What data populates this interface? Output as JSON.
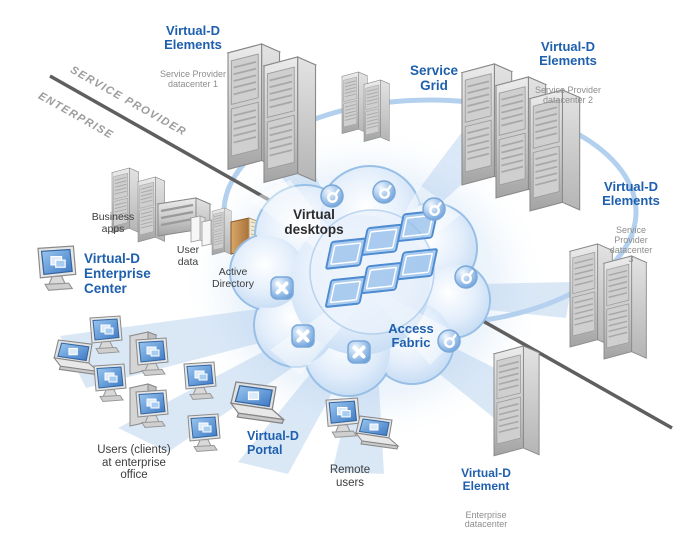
{
  "colors": {
    "accent_blue": "#1e5fae",
    "sub_gray": "#8d8d8d",
    "dark_text": "#3c3c3c",
    "divider_text": "#9c9c9c",
    "divider_line": "#5f5f5f",
    "cloud_fill": "#d8e7f8",
    "cloud_stroke": "#98bfe6",
    "screen_blue": "#3c78c4",
    "ring_blue": "#b3d1ef"
  },
  "divider": {
    "service_provider": "SERVICE PROVIDER",
    "enterprise": "ENTERPRISE"
  },
  "labels": {
    "dc1": {
      "title": "Virtual-D\nElements",
      "subtitle": "Service Provider\ndatacenter 1"
    },
    "service_grid": {
      "title": "Service\nGrid"
    },
    "dc2": {
      "title": "Virtual-D\nElements",
      "subtitle": "Service Provider\ndatacenter 2"
    },
    "dc3": {
      "title": "Virtual-D\nElements",
      "subtitle": "Service\nProvider\ndatacenter\n3"
    },
    "virtual_desktops": {
      "title": "Virtual\ndesktops"
    },
    "access_fabric": {
      "title": "Access\nFabric"
    },
    "business_apps": {
      "title": "Business\napps"
    },
    "user_data": {
      "title": "User\ndata"
    },
    "active_directory": {
      "title": "Active\nDirectory"
    },
    "enterprise_center": {
      "title": "Virtual-D\nEnterprise\nCenter"
    },
    "users_office": {
      "title": "Users (clients)\nat enterprise\noffice"
    },
    "portal": {
      "title": "Virtual-D\nPortal"
    },
    "remote_users": {
      "title": "Remote\nusers"
    },
    "enterprise_element": {
      "title": "Virtual-D\nElement",
      "subtitle": "Enterprise\ndatacenter"
    }
  },
  "icons": {
    "service_badge": "blue circle with white d-swoosh",
    "fabric_node": "blue rounded square with white x",
    "virtual_desktops_icon": "cascading translucent window panes",
    "server_rack": "isometric gray rack",
    "monitor": "desktop monitor with blue screen",
    "laptop": "laptop with blue screen",
    "active_directory_icon": "server with tan directory book"
  }
}
